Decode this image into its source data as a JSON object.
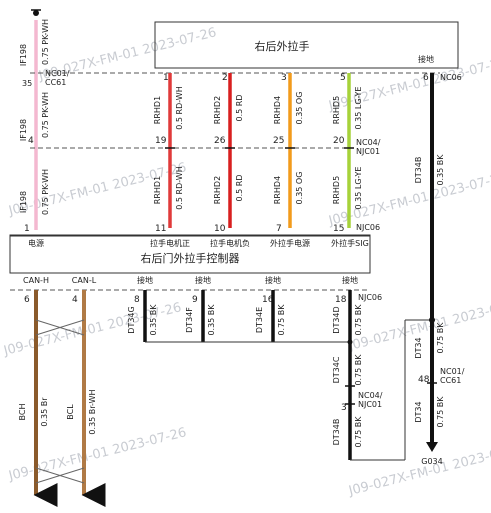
{
  "watermark": "J09-027X-FM-01 2023-07-26",
  "components": {
    "handle": {
      "name": "右后外拉手",
      "ground_label": "接地",
      "pin6_conn": "NC06"
    },
    "controller": {
      "name": "右后门外拉手控制器",
      "top_labels": [
        "电源",
        "拉手电机正",
        "拉手电机负",
        "外拉手电源",
        "外拉手SIG"
      ],
      "bottom_labels": [
        "CAN-H",
        "CAN-L",
        "接地",
        "接地",
        "接地",
        "接地"
      ],
      "njc06": "NJC06"
    }
  },
  "connectors": {
    "nc01_cc61": "NC01/\nCC61",
    "nc04_njc01": "NC04/\nNJC01",
    "njc06": "NJC06",
    "nc06": "NC06",
    "g034": "G034"
  },
  "pins": {
    "handle": [
      "1",
      "2",
      "3",
      "5",
      "6"
    ],
    "nc04_top": [
      "4",
      "19",
      "26",
      "25",
      "20"
    ],
    "controller_top": [
      "1",
      "11",
      "10",
      "7",
      "15"
    ],
    "controller_bottom": [
      "6",
      "4",
      "8",
      "9",
      "16",
      "18"
    ],
    "left_35": "35",
    "dt34_48": "48",
    "splice_3": "3"
  },
  "wires": {
    "pk_circuit": "IF198",
    "pk_spec": "0.75 PK-WH",
    "rd_wh_circuit": "RRHD1",
    "rd_wh_spec": "0.5 RD-WH",
    "rd_circuit": "RRHD2",
    "rd_spec": "0.5 RD",
    "og_circuit": "RRHD4",
    "og_spec": "0.35 OG",
    "lgye_circuit": "RRHD5",
    "lgye_spec": "0.35 LG-YE",
    "dt34b_circuit": "DT34B",
    "dt34b_spec": "0.35 BK",
    "dt34g": "DT34G",
    "dt34f": "DT34F",
    "dt34e": "DT34E",
    "dt34d": "DT34D",
    "dt34c": "DT34C",
    "dt34": "DT34",
    "bk_035": "0.35 BK",
    "bk_075": "0.75 BK",
    "bch": "BCH",
    "bch_spec": "0.35 Br",
    "bcl": "BCL",
    "bcl_spec": "0.35 Br-WH"
  },
  "colors": {
    "pk": "#f4b8d0",
    "rd_wh": "#e03a3a",
    "rd": "#d81f1f",
    "og": "#f29b1c",
    "lgye": "#a6d23a",
    "bk": "#111111",
    "br": "#8a5a2b",
    "brwh": "#b07a45"
  }
}
